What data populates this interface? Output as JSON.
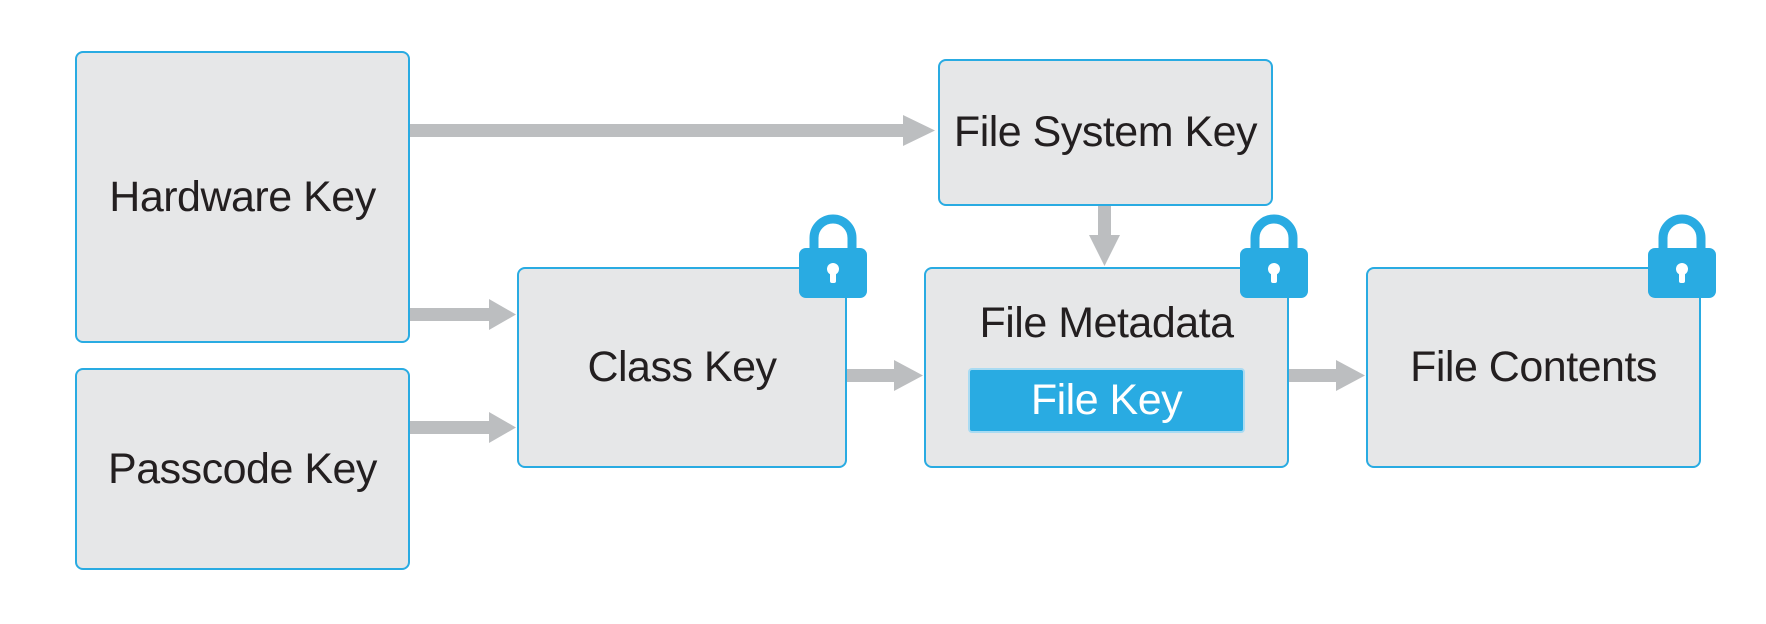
{
  "diagram": {
    "nodes": {
      "hardware_key": "Hardware Key",
      "passcode_key": "Passcode Key",
      "class_key": "Class Key",
      "file_system_key": "File System Key",
      "file_metadata": "File Metadata",
      "file_key": "File Key",
      "file_contents": "File Contents"
    },
    "edges": [
      {
        "from": "Hardware Key",
        "to": "File System Key"
      },
      {
        "from": "Hardware Key",
        "to": "Class Key"
      },
      {
        "from": "Passcode Key",
        "to": "Class Key"
      },
      {
        "from": "File System Key",
        "to": "File Metadata"
      },
      {
        "from": "Class Key",
        "to": "File Metadata"
      },
      {
        "from": "File Metadata",
        "to": "File Contents"
      }
    ],
    "locked_nodes": [
      "Class Key",
      "File Metadata",
      "File Contents"
    ],
    "colors": {
      "accent": "#29abe2",
      "box_fill": "#e6e7e8",
      "arrow": "#bcbec0",
      "text": "#231f20"
    },
    "icons": [
      "lock-icon"
    ]
  }
}
